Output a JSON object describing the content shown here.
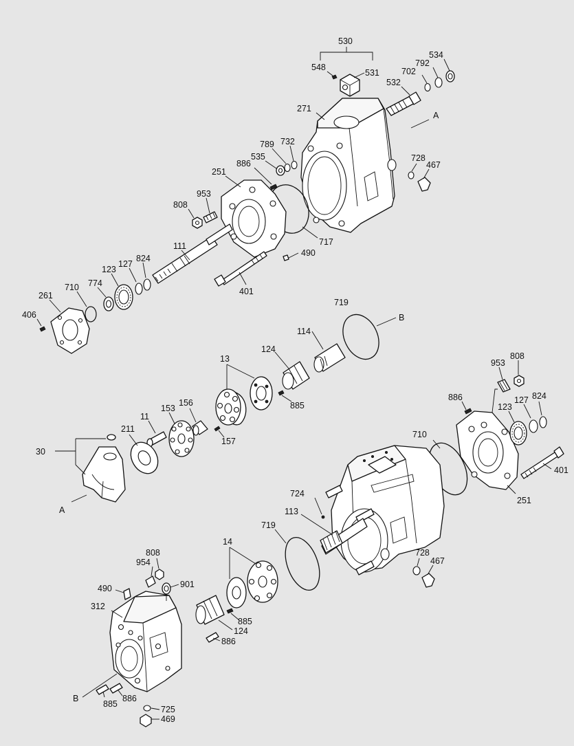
{
  "labels": {
    "l530": "530",
    "l548": "548",
    "l531": "531",
    "l534": "534",
    "l792": "792",
    "l702": "702",
    "l532": "532",
    "l271": "271",
    "lA1": "A",
    "l789": "789",
    "l732": "732",
    "l886a": "886",
    "l535": "535",
    "l728a": "728",
    "l467a": "467",
    "l251a": "251",
    "l953a": "953",
    "l808a": "808",
    "l717": "717",
    "l111": "111",
    "l490a": "490",
    "l824a": "824",
    "l127a": "127",
    "l123a": "123",
    "l774": "774",
    "l710a": "710",
    "l261": "261",
    "l406": "406",
    "l401a": "401",
    "l719a": "719",
    "lB1": "B",
    "l114": "114",
    "l124a": "124",
    "l13": "13",
    "l885a": "885",
    "l953b": "953",
    "l808b": "808",
    "l886b": "886",
    "l156": "156",
    "l153": "153",
    "l11": "11",
    "l211": "211",
    "l157": "157",
    "l30": "30",
    "l824b": "824",
    "l127b": "127",
    "l123b": "123",
    "l710b": "710",
    "l401b": "401",
    "l251b": "251",
    "lA2": "A",
    "l724": "724",
    "l113": "113",
    "l719b": "719",
    "l14": "14",
    "l808c": "808",
    "l954": "954",
    "l901": "901",
    "l490b": "490",
    "l312": "312",
    "l728b": "728",
    "l467b": "467",
    "l885b": "885",
    "l124b": "124",
    "l886c": "886",
    "lB2": "B",
    "l885c": "885",
    "l886d": "886",
    "l725": "725",
    "l469": "469"
  }
}
